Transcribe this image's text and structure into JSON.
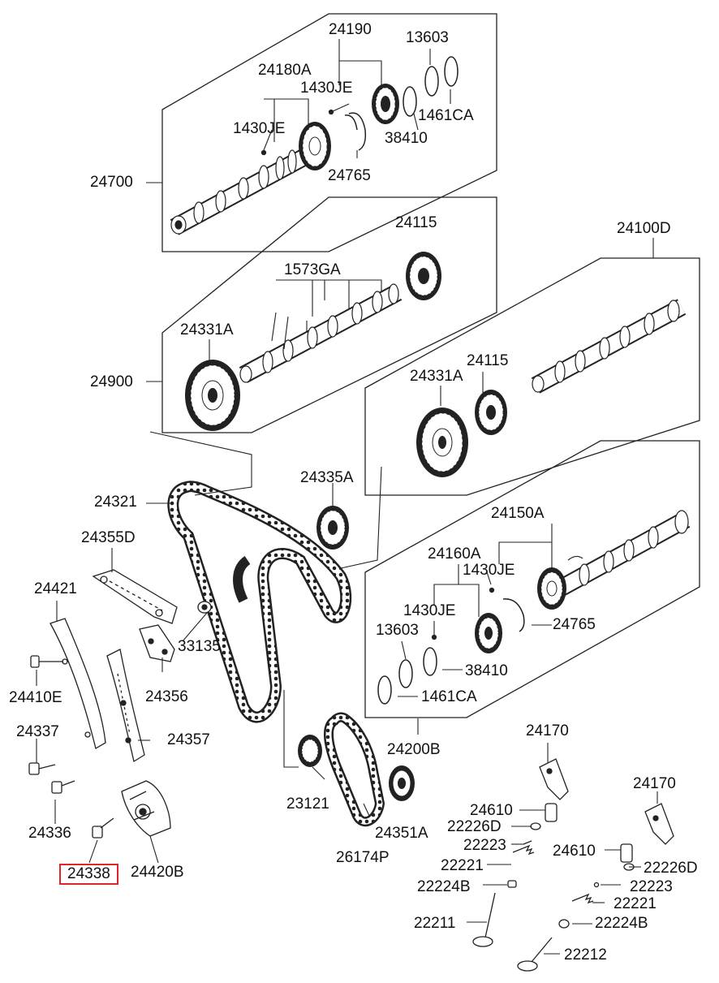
{
  "labels": {
    "p24190": "24190",
    "p13603_top": "13603",
    "p24180A": "24180A",
    "p1430JE_a": "1430JE",
    "p1430JE_b": "1430JE",
    "p1461CA_top": "1461CA",
    "p38410_top": "38410",
    "p24700": "24700",
    "p24765_top": "24765",
    "p24115_a": "24115",
    "p1573GA": "1573GA",
    "p24100D": "24100D",
    "p24331A_a": "24331A",
    "p24900": "24900",
    "p24331A_b": "24331A",
    "p24115_b": "24115",
    "p24335A": "24335A",
    "p24321": "24321",
    "p24150A": "24150A",
    "p24355D": "24355D",
    "p24160A": "24160A",
    "p1430JE_c": "1430JE",
    "p24421": "24421",
    "p1430JE_d": "1430JE",
    "p24765_b": "24765",
    "p33135": "33135",
    "p13603_b": "13603",
    "p38410_b": "38410",
    "p24410E": "24410E",
    "p24356": "24356",
    "p1461CA_b": "1461CA",
    "p24337": "24337",
    "p24357": "24357",
    "p24200B": "24200B",
    "p24170_a": "24170",
    "p23121": "23121",
    "p24170_b": "24170",
    "p24610_a": "24610",
    "p22226D_a": "22226D",
    "p24336": "24336",
    "p24351A": "24351A",
    "p22223_a": "22223",
    "p24610_b": "24610",
    "p26174P": "26174P",
    "p22226D_b": "22226D",
    "p22221_a": "22221",
    "p24338": "24338",
    "p24420B": "24420B",
    "p22224B_a": "22224B",
    "p22223_b": "22223",
    "p22221_b": "22221",
    "p22211": "22211",
    "p22224B_b": "22224B",
    "p22212": "22212"
  },
  "highlight_color": "#e0262a"
}
